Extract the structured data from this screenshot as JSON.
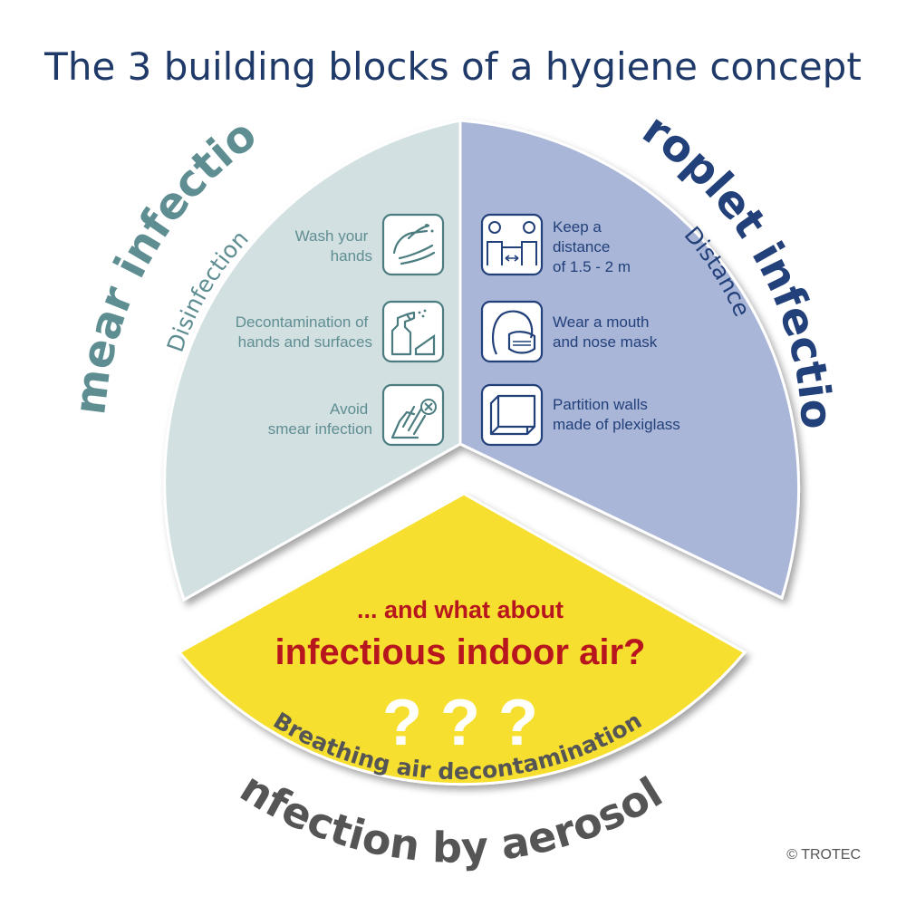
{
  "title": "The 3 building blocks of a hygiene concept",
  "colors": {
    "title": "#1f3a68",
    "smear_fill": "#d3e0e2",
    "smear_text": "#5f8e92",
    "droplet_fill": "#aab6d8",
    "droplet_text": "#22407a",
    "aerosol_fill": "#f6df2e",
    "aerosol_text": "#555555",
    "question_text": "#b8161e"
  },
  "smear": {
    "heading": "Smear infection",
    "subheading": "Disinfection",
    "items": [
      {
        "lines": [
          "Wash your",
          "hands"
        ],
        "icon": "wash-hands-icon"
      },
      {
        "lines": [
          "Decontamination of",
          "hands and surfaces"
        ],
        "icon": "spray-bottle-icon"
      },
      {
        "lines": [
          "Avoid",
          "smear infection"
        ],
        "icon": "no-touch-icon"
      }
    ]
  },
  "droplet": {
    "heading": "Droplet infection",
    "subheading": "Distance",
    "items": [
      {
        "lines": [
          "Keep a",
          "distance",
          "of 1.5 - 2 m"
        ],
        "icon": "distance-icon"
      },
      {
        "lines": [
          "Wear a mouth",
          "and nose mask"
        ],
        "icon": "face-mask-icon"
      },
      {
        "lines": [
          "Partition walls",
          "made of plexiglass"
        ],
        "icon": "partition-wall-icon"
      }
    ]
  },
  "aerosol": {
    "heading": "Infection by aerosols",
    "subheading": "Breathing air decontamination",
    "question_line1": "... and what about",
    "question_line2": "infectious indoor air?",
    "question_marks": "? ? ?"
  },
  "copyright": "© TROTEC"
}
